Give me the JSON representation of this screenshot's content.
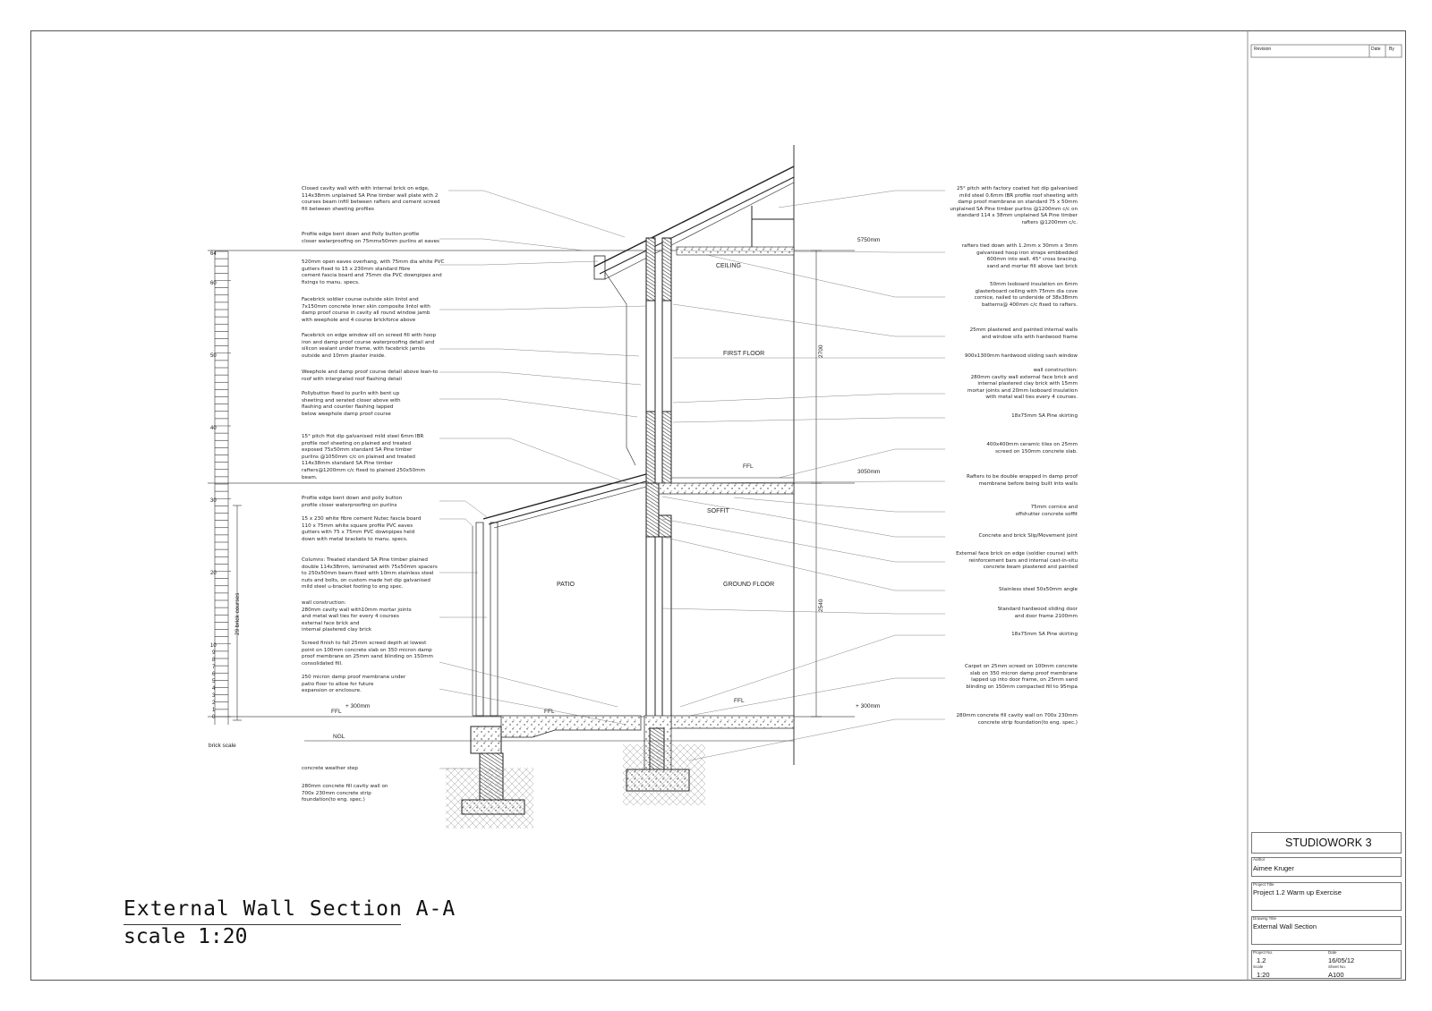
{
  "title_block": {
    "revision_header": "Revision",
    "date_header": "Date",
    "by_header": "By",
    "studio": "STUDIOWORK 3",
    "author_caption": "Author",
    "author": "Aimee Kruger",
    "project_title_caption": "Project Title",
    "project_title": "Project 1.2 Warm up Exercise",
    "drawing_title_caption": "Drawing Title",
    "drawing_title": "External Wall Section",
    "project_no_caption": "Project No.",
    "project_no": "1.2",
    "date_caption": "Date",
    "date": "16/05/12",
    "scale_caption": "Scale",
    "scale": "1:20",
    "sheet_no_caption": "Sheet No.",
    "sheet_no": "A100"
  },
  "drawing": {
    "title": "External Wall Section A-A",
    "scale_text": "scale 1:20",
    "room_labels": {
      "ceiling": "CEILING",
      "first_floor": "FIRST FLOOR",
      "patio": "PATIO",
      "ground_floor": "GROUND FLOOR",
      "soffit": "SOFFIT"
    },
    "levels": {
      "roof": "5750mm",
      "first": "3050mm",
      "ground_right": "+ 300mm",
      "ground_left": "+ 300mm",
      "ffl_upper": "FFL",
      "ffl_patio": "FFL",
      "ffl_ground": "FFL",
      "ffl_left": "FFL",
      "ngl": "NGL"
    },
    "dimensions": {
      "upper": "2700",
      "lower": "2540",
      "courses": "29 brick courses"
    },
    "brick_scale_label": "brick scale",
    "brick_scale_numbers": [
      "64",
      "60",
      "50",
      "40",
      "30",
      "20",
      "10",
      "9",
      "8",
      "7",
      "6",
      "5",
      "4",
      "3",
      "2",
      "1",
      "0"
    ],
    "left_notes": [
      "Closed cavity wall with with internal brick on edge,\n114x38mm unplained SA Pine timber wall plate with 2\ncourses beam infill between rafters and cement screed\nfill between sheeting profiles",
      "Profile edge bent down and Polly button profile\ncloser waterproofing on 75mmx50mm purlins at eaves",
      "520mm open eaves overhang, with 75mm dia white PVC\ngutters fixed to 15 x 230mm standard fibre\ncement fascia board and 75mm dia PVC downpipes and\nfixings to manu. specs.",
      "Facebrick soldier course outside skin lintol and\n7x150mm concrete inner skin composite lintol with\ndamp proof course in cavity all round window jamb\nwith weephole and 4 course brickforce above",
      "Facebrick on edge window sill on screed fill with hoop\niron and damp proof course waterproofing detail and\nsilicon sealant under frame, with facebrick jambs\noutside and 10mm plaster inside.",
      "Weephole and damp proof course detail above lean-to\nroof with intergrated roof flashing detail",
      "Pollybutton fixed to purlin with bent up\nsheeting and serated closer above with\nflashing and counter flashing lapped\nbelow weephole damp proof course",
      "15° pitch Hot dip galvanised mild steel 6mm IBR\nprofile roof sheeting on plained and treated\nexposed 75x50mm standard SA Pine timber\npurlins @1050mm c/c on plained and treated\n114x38mm standard SA Pine  timber\nrafters@1200mm c/c fixed to plained 250x50mm\nbeam.",
      "Profile edge bent down and polly button\nprofile closer waterproofing on purlins",
      "15 x 230 white fibre cement Nutec fascia board\n110 x 75mm white square profile PVC eaves\ngutters with 75 x 75mm PVC downpipes held\ndown with metal brackets to manu. specs.",
      "Columns: Treated standard SA Pine timber plained\ndouble 114x38mm, laminated with 75x50mm spacers\nto 250x50mm beam fixed with 10mm stainless steel\nnuts and bolts, on custom made hot dip galvanised\nmild steel u-bracket footing to eng spec.",
      "wall construction:\n280mm cavity wall with10mm mortar joints\nand metal wall ties for every 4 courses\nexternal face brick and\ninternal plastered clay brick",
      "Screed finish to fall 25mm screed depth at lowest\npoint on 100mm concrete slab on 350 micron damp\nproof membrane on 25mm sand blinding on 150mm\nconsolidated fill.",
      "250 micron damp proof membrane under\npatio floor to allow for future\nexpansion or enclosure.",
      "concrete weather step",
      "280mm concrete fill cavity wall on\n700x 230mm concrete strip\nfoundation(to eng. spec.)"
    ],
    "right_notes": [
      "25° pitch with factory coated hot dip galvanised\nmild steel 0.6mm IBR profile roof sheeting with\ndamp proof membrane on standard 75 x 50mm\nunplained SA Pine timber purlins @1200mm c/c on\nstandard 114 x 38mm unplained SA Pine timber\nrafters @1200mm c/c.",
      "rafters tied down with 1.2mm x 30mm x 3mm\ngalvanised hoop iron straps embbedded\n600mm into wall. 45° cross bracing.\nsand and mortar fill above last brick",
      "50mm Isoboard insulation on 6mm\nglasterboard ceiling with 75mm dia cove\ncornice, nailed to underside of 38x38mm\nbatterns@ 400mm c/c fixed to rafters.",
      "25mm plastered and painted internal walls\nand window sills with hardwood frame",
      "900x1300mm hardwood sliding sash window",
      "wall construction:\n280mm cavity wall external face brick and\ninternal plastered clay brick with 15mm\nmortar joints and 20mm Isoboard insulation\nwith metal wall ties every 4 courses.",
      "18x75mm SA Pine skirting",
      "400x400mm ceramic tiles on 25mm\nscreed on 150mm concrete slab.",
      "Rafters to be double wrapped in damp proof\nmembrane before being built into walls",
      "75mm cornice and\noffshutter concrete soffit",
      "Concrete and brick Slip/Movement joint",
      "External face brick on edge (soldier course) with\nreinforcement bars and internal cast-in-situ\nconcrete beam plastered and painted",
      "Stainless steel 50x50mm angle",
      "Standard hardwood sliding door\nand door frame 2100mm",
      "18x75mm SA Pine skirting",
      "Carpet on 25mm screed on 100mm concrete\nslab on 350 micron damp proof membrane\nlapped up into door frame, on 25mm sand\nblinding on 150mm compacted fill to 95mpa",
      "280mm concrete fill cavity wall on 700x 230mm\nconcrete strip foundation(to eng. spec.)"
    ]
  }
}
